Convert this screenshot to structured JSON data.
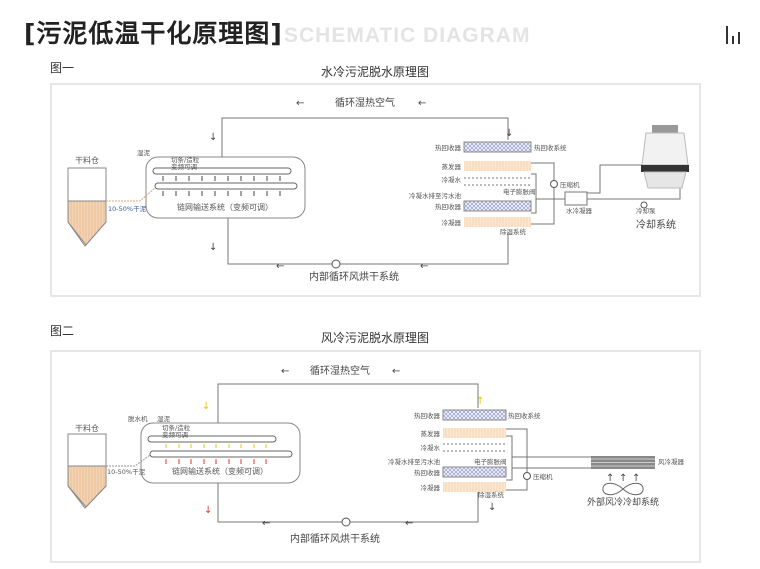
{
  "header": {
    "title": "[污泥低温干化原理图]",
    "subtitle": "SCHEMATIC DIAGRAM"
  },
  "fig1": {
    "label": "图一",
    "title": "水冷污泥脱水原理图",
    "top_loop": "循环湿热空气",
    "bottom_loop": "内部循环风烘干系统",
    "wet_sludge": "湿泥",
    "cut": "切条/造粒",
    "vfd": "变频可调",
    "conveyor": "链网输送系统（变频可调）",
    "silo": "干料仓",
    "dry": "10-50%干泥",
    "heat_recovery": "热回收器",
    "heat_recovery_system": "热回收系统",
    "evaporator": "蒸发器",
    "condensate": "冷凝水",
    "drain": "冷凝水排至污水池",
    "exv": "电子膨胀阀",
    "heat_recovery2": "热回收器",
    "condenser": "冷凝器",
    "dehumid": "除湿系统",
    "compressor": "压缩机",
    "water_condenser": "水冷凝器",
    "pump": "冷却泵",
    "cooling": "冷却系统"
  },
  "fig2": {
    "label": "图二",
    "title": "风冷污泥脱水原理图",
    "top_loop": "循环湿热空气",
    "bottom_loop": "内部循环风烘干系统",
    "dewater": "脱水机",
    "wet_sludge": "湿泥",
    "cut": "切条/造粒",
    "vfd": "变频可调",
    "conveyor": "链网输送系统（变频可调）",
    "silo": "干料仓",
    "dry": "10-50%干泥",
    "heat_recovery": "热回收器",
    "heat_recovery_system": "热回收系统",
    "evaporator": "蒸发器",
    "condensate": "冷凝水",
    "drain": "冷凝水排至污水池",
    "exv": "电子膨胀阀",
    "heat_recovery2": "热回收器",
    "condenser": "冷凝器",
    "dehumid": "除湿系统",
    "compressor": "压缩机",
    "air_condenser": "风冷凝器",
    "external": "外部风冷冷却系统"
  },
  "colors": {
    "peach": "#f6d9b8",
    "hatch": "#c8cce8",
    "red": "#e03a2a",
    "yellow": "#e8c800"
  }
}
